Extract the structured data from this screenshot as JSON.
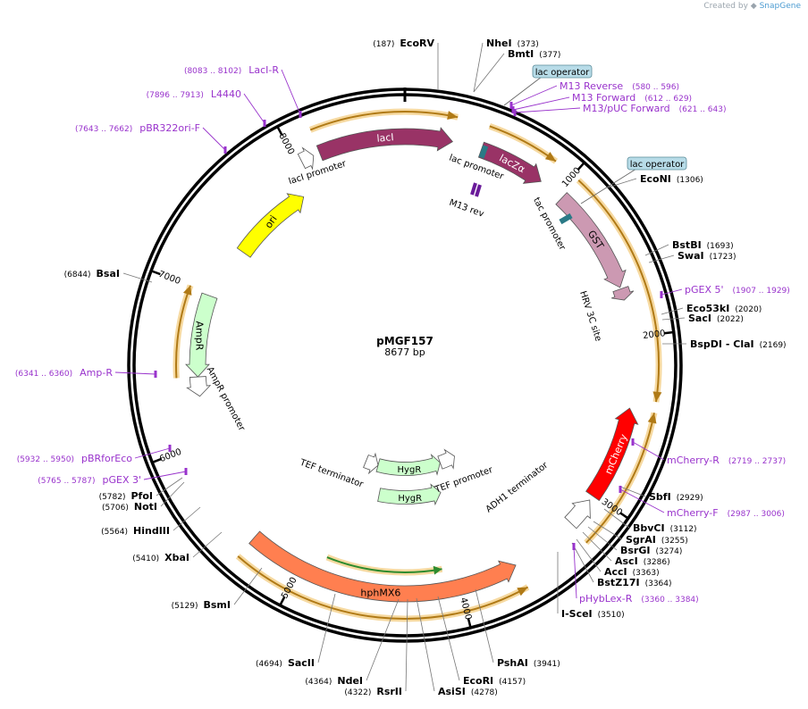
{
  "credit": {
    "prefix": "Created by",
    "brand": "SnapGene"
  },
  "plasmid": {
    "name": "pMGF157",
    "size_label": "8677 bp",
    "length": 8677
  },
  "ruler_ticks": [
    {
      "pos": 1000,
      "label": "1000"
    },
    {
      "pos": 2000,
      "label": "2000"
    },
    {
      "pos": 3000,
      "label": "3000"
    },
    {
      "pos": 4000,
      "label": "4000"
    },
    {
      "pos": 5000,
      "label": "5000"
    },
    {
      "pos": 6000,
      "label": "6000"
    },
    {
      "pos": 7000,
      "label": "7000"
    },
    {
      "pos": 8000,
      "label": "8000"
    }
  ],
  "features": [
    {
      "name": "lacI",
      "start": 8150,
      "end": 290,
      "strand": "+",
      "color": "#993366",
      "text": "#ffffff"
    },
    {
      "name": "lacI promoter",
      "start": 8030,
      "end": 8110,
      "strand": "+",
      "color": "#ffffff",
      "text": "#000000"
    },
    {
      "name": "lacZα",
      "start": 470,
      "end": 880,
      "strand": "+",
      "color": "#993366",
      "text": "#ffffff"
    },
    {
      "name": "GST",
      "start": 1040,
      "end": 1690,
      "strand": "+",
      "color": "#cc99b2",
      "text": "#000000"
    },
    {
      "name": "HRV 3C site",
      "start": 1700,
      "end": 1770,
      "strand": "+",
      "color": "#cc99b2",
      "text": "#000000"
    },
    {
      "name": "mCherry",
      "start": 2430,
      "end": 3010,
      "strand": "-",
      "color": "#ff0000",
      "text": "#ffffff"
    },
    {
      "name": "ADH1 terminator",
      "start": 3040,
      "end": 3220,
      "strand": "-",
      "color": "#ffffff",
      "text": "#000000"
    },
    {
      "name": "hphMX6",
      "start": 3640,
      "end": 5330,
      "strand": "-",
      "color": "#ff7f50",
      "text": "#000000"
    },
    {
      "name": "ori",
      "start": 7350,
      "end": 7930,
      "strand": "+",
      "color": "#ffff00",
      "text": "#000000"
    },
    {
      "name": "AmpR",
      "start": 6430,
      "end": 6980,
      "strand": "-",
      "color": "#ccffcc",
      "text": "#000000"
    },
    {
      "name": "AmpR promoter",
      "start": 6300,
      "end": 6430,
      "strand": "-",
      "color": "#ffffff",
      "text": "#000000"
    }
  ],
  "inner_features": [
    {
      "name": "HygR",
      "start": 3960,
      "end": 4610,
      "strand": "-",
      "color": "#ccffcc",
      "radius": 148
    },
    {
      "name": "HygR",
      "start": 3860,
      "end": 4700,
      "strand": "-",
      "color": "#ccffcc",
      "radius": 116
    },
    {
      "name": "TEF promoter",
      "start": 3650,
      "end": 3860,
      "strand": "-",
      "color": "#ffffff",
      "radius": 116
    },
    {
      "name": "TEF terminator",
      "start": 4700,
      "end": 4870,
      "strand": "-",
      "color": "#ffffff",
      "radius": 116
    }
  ],
  "small_labels": {
    "lac promoter": "lac promoter",
    "tac promoter": "tac promoter",
    "M13 rev": "M13 rev",
    "lacI promoter": "lacI promoter",
    "AmpR promoter": "AmpR promoter",
    "TEF terminator": "TEF terminator",
    "TEF promoter": "TEF promoter",
    "ADH1 terminator": "ADH1 terminator",
    "HRV 3C site": "HRV 3C site"
  },
  "sites": [
    {
      "name": "EcoRV",
      "pos": "(187)",
      "side": "top"
    },
    {
      "name": "NheI",
      "pos": "(373)",
      "side": "top"
    },
    {
      "name": "BmtI",
      "pos": "(377)",
      "side": "top"
    },
    {
      "name": "EcoNI",
      "pos": "(1306)",
      "side": "right"
    },
    {
      "name": "BstBI",
      "pos": "(1693)",
      "side": "right"
    },
    {
      "name": "SwaI",
      "pos": "(1723)",
      "side": "right"
    },
    {
      "name": "Eco53kI",
      "pos": "(2020)",
      "side": "right"
    },
    {
      "name": "SacI",
      "pos": "(2022)",
      "side": "right"
    },
    {
      "name": "BspDI - ClaI",
      "pos": "(2169)",
      "side": "right"
    },
    {
      "name": "SbfI",
      "pos": "(2929)",
      "side": "right"
    },
    {
      "name": "BbvCI",
      "pos": "(3112)",
      "side": "right"
    },
    {
      "name": "SgrAI",
      "pos": "(3255)",
      "side": "right"
    },
    {
      "name": "BsrGI",
      "pos": "(3274)",
      "side": "right"
    },
    {
      "name": "AscI",
      "pos": "(3286)",
      "side": "right"
    },
    {
      "name": "AccI",
      "pos": "(3363)",
      "side": "right"
    },
    {
      "name": "BstZ17I",
      "pos": "(3364)",
      "side": "right"
    },
    {
      "name": "I-SceI",
      "pos": "(3510)",
      "side": "right"
    },
    {
      "name": "PshAI",
      "pos": "(3941)",
      "side": "right"
    },
    {
      "name": "EcoRI",
      "pos": "(4157)",
      "side": "right"
    },
    {
      "name": "AsiSI",
      "pos": "(4278)",
      "side": "right"
    },
    {
      "name": "RsrII",
      "pos": "(4322)",
      "side": "left"
    },
    {
      "name": "NdeI",
      "pos": "(4364)",
      "side": "left"
    },
    {
      "name": "SacII",
      "pos": "(4694)",
      "side": "left"
    },
    {
      "name": "BsmI",
      "pos": "(5129)",
      "side": "left"
    },
    {
      "name": "XbaI",
      "pos": "(5410)",
      "side": "left"
    },
    {
      "name": "HindIII",
      "pos": "(5564)",
      "side": "left"
    },
    {
      "name": "NotI",
      "pos": "(5706)",
      "side": "left"
    },
    {
      "name": "PfoI",
      "pos": "(5782)",
      "side": "left"
    },
    {
      "name": "BsaI",
      "pos": "(6844)",
      "side": "left"
    }
  ],
  "primers": [
    {
      "name": "LacI-R",
      "range": "(8083 .. 8102)",
      "side": "left"
    },
    {
      "name": "L4440",
      "range": "(7896 .. 7913)",
      "side": "left"
    },
    {
      "name": "pBR322ori-F",
      "range": "(7643 .. 7662)",
      "side": "left"
    },
    {
      "name": "Amp-R",
      "range": "(6341 .. 6360)",
      "side": "left"
    },
    {
      "name": "pBRforEco",
      "range": "(5932 .. 5950)",
      "side": "left"
    },
    {
      "name": "pGEX 3'",
      "range": "(5765 .. 5787)",
      "side": "left"
    },
    {
      "name": "M13 Reverse",
      "range": "(580 .. 596)",
      "side": "right"
    },
    {
      "name": "M13 Forward",
      "range": "(612 .. 629)",
      "side": "right"
    },
    {
      "name": "M13/pUC Forward",
      "range": "(621 .. 643)",
      "side": "right"
    },
    {
      "name": "pGEX 5'",
      "range": "(1907 .. 1929)",
      "side": "right"
    },
    {
      "name": "mCherry-R",
      "range": "(2719 .. 2737)",
      "side": "right"
    },
    {
      "name": "mCherry-F",
      "range": "(2987 .. 3006)",
      "side": "right"
    },
    {
      "name": "pHybLex-R",
      "range": "(3360 .. 3384)",
      "side": "right"
    }
  ],
  "operators": [
    {
      "label": "lac operator"
    },
    {
      "label": "lac operator"
    }
  ],
  "colors": {
    "primer": "#9933cc",
    "orf": "#e8a93a",
    "backbone": "#000000",
    "operator": "#b8dce8"
  }
}
